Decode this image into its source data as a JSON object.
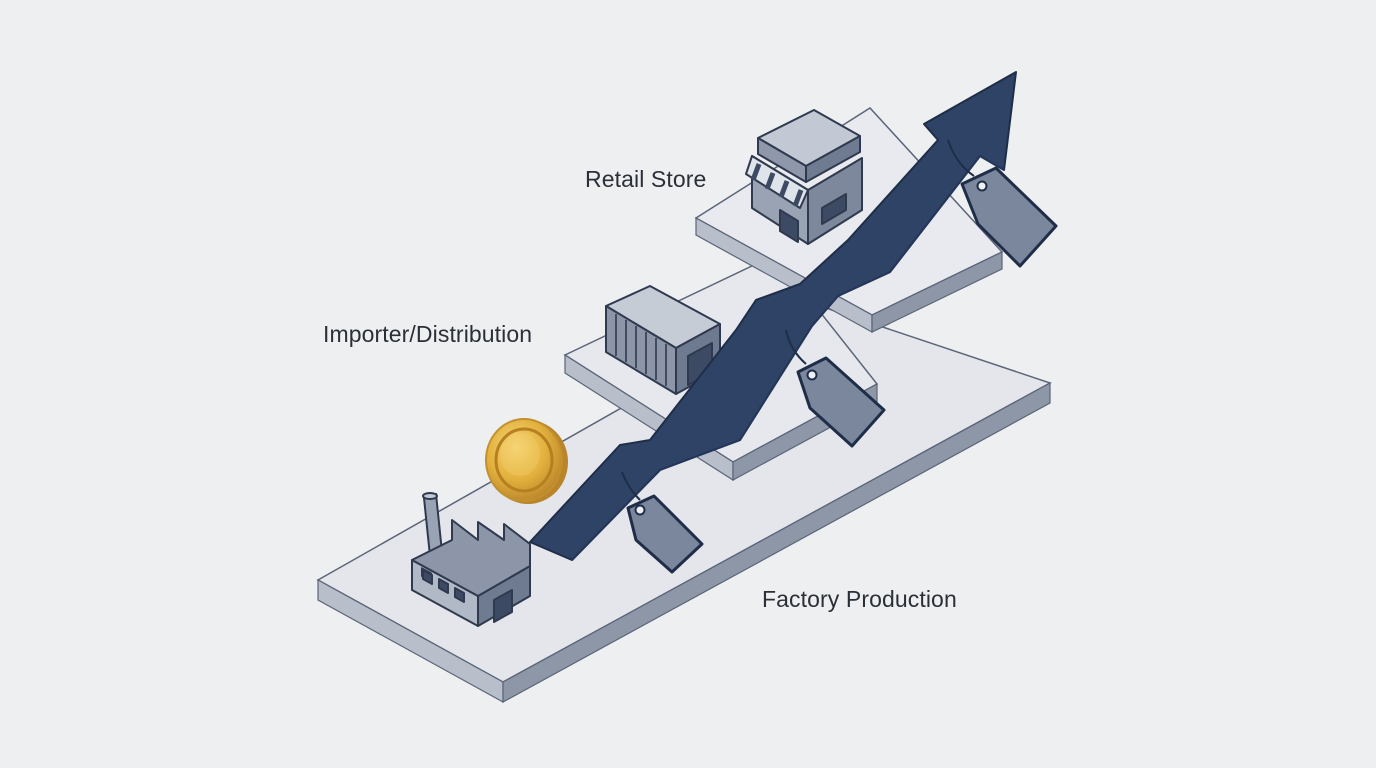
{
  "stages": {
    "retail": {
      "label": "Retail Store",
      "icon": "storefront-icon"
    },
    "importer": {
      "label": "Importer/Distribution",
      "icon": "shipping-container-icon"
    },
    "factory": {
      "label": "Factory Production",
      "icon": "factory-icon"
    }
  },
  "markers": {
    "coin_icon": "gold-coin-icon",
    "tag_icon": "price-tag-icon",
    "arrow_icon": "rising-price-arrow-icon",
    "price_tag_count": 3
  },
  "colors": {
    "background": "#eeeff1",
    "platform_top": "#e5e7ec",
    "platform_side": "#8e97a8",
    "platform_front": "#b7bdc9",
    "arrow": "#2f4366",
    "tag": "#7b879d",
    "coin": "#e0ae3a"
  }
}
